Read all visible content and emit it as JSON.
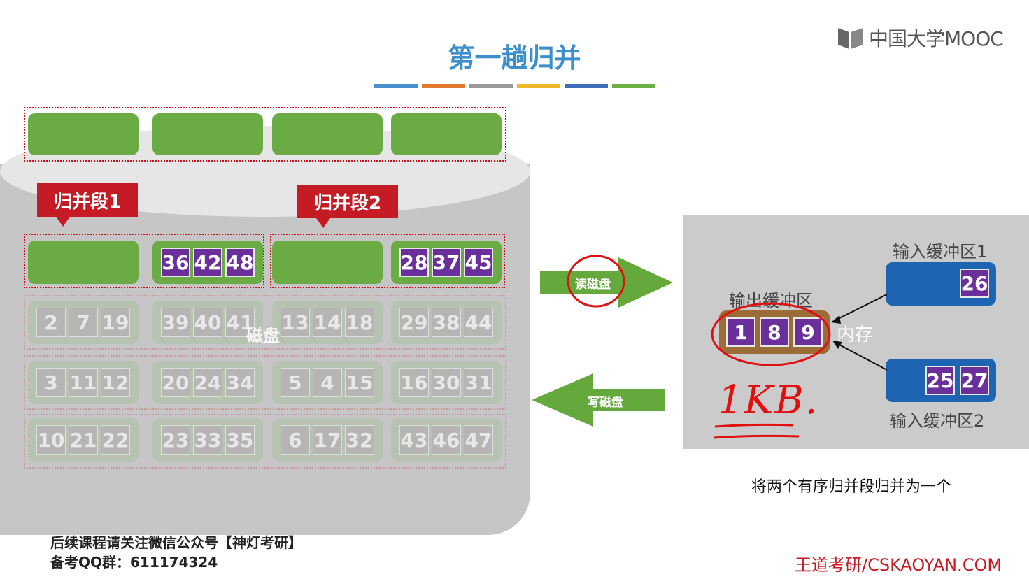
{
  "title": "第一趟归并",
  "logo_text": "中国大学MOOC",
  "color_bar": [
    "#4a8fcf",
    "#e07a2e",
    "#9a9a9a",
    "#f0b92c",
    "#3f6fb8",
    "#6ab043"
  ],
  "tags": {
    "seg1": "归并段1",
    "seg2": "归并段2"
  },
  "disk_label": "磁盘",
  "active_row": {
    "block2": [
      "36",
      "42",
      "48"
    ],
    "block4": [
      "28",
      "37",
      "45"
    ]
  },
  "faded_rows": [
    [
      [
        "2",
        "7",
        "19"
      ],
      [
        "39",
        "40",
        "41"
      ],
      [
        "13",
        "14",
        "18"
      ],
      [
        "29",
        "38",
        "44"
      ]
    ],
    [
      [
        "3",
        "11",
        "12"
      ],
      [
        "20",
        "24",
        "34"
      ],
      [
        "5",
        "4",
        "15"
      ],
      [
        "16",
        "30",
        "31"
      ]
    ],
    [
      [
        "10",
        "21",
        "22"
      ],
      [
        "23",
        "33",
        "35"
      ],
      [
        "6",
        "17",
        "32"
      ],
      [
        "43",
        "46",
        "47"
      ]
    ]
  ],
  "arrows": {
    "read": "读磁盘",
    "write": "写磁盘"
  },
  "memory": {
    "label": "内存",
    "input1_label": "输入缓冲区1",
    "input1_values": [
      "26"
    ],
    "input2_label": "输入缓冲区2",
    "input2_values": [
      "25",
      "27"
    ],
    "output_label": "输出缓冲区",
    "output_values": [
      "1",
      "8",
      "9"
    ],
    "annotation": "1KB."
  },
  "caption": "将两个有序归并段归并为一个",
  "footer": {
    "line1": "后续课程请关注微信公众号【神灯考研】",
    "line2": "备考QQ群：611174324",
    "brand": "王道考研/CSKAOYAN.COM"
  }
}
